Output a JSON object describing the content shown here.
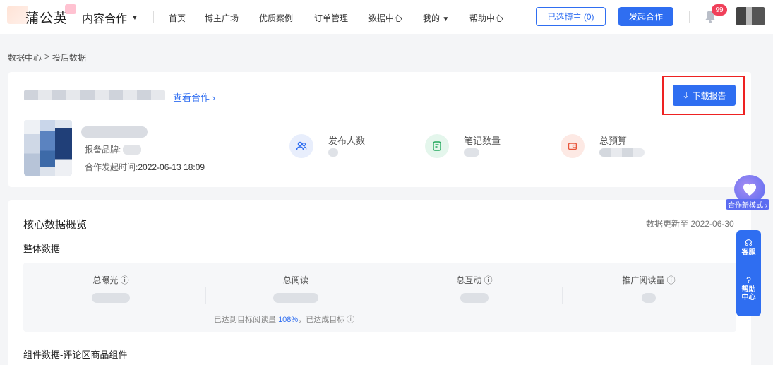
{
  "nav": {
    "brand": "蒲公英",
    "product": "内容合作",
    "links": [
      "首页",
      "博主广场",
      "优质案例",
      "订单管理",
      "数据中心",
      "我的",
      "帮助中心"
    ],
    "selected_bloggers": "已选博主 (0)",
    "start_coop": "发起合作",
    "notification_count": "99"
  },
  "breadcrumb": {
    "parent": "数据中心",
    "separator": ">",
    "current": "投后数据"
  },
  "campaign": {
    "view_link": "查看合作 ›",
    "download": "下载报告",
    "brand_label": "报备品牌:",
    "time_label": "合作发起时间:",
    "time_value": "2022-06-13 18:09"
  },
  "stats": [
    {
      "label": "发布人数",
      "icon": "users-icon"
    },
    {
      "label": "笔记数量",
      "icon": "note-icon"
    },
    {
      "label": "总预算",
      "icon": "wallet-icon"
    }
  ],
  "core": {
    "title": "核心数据概览",
    "updated": "数据更新至 2022-06-30",
    "overall": "整体数据",
    "items": [
      {
        "label": "总曝光 ⓘ"
      },
      {
        "label": "总阅读"
      },
      {
        "label": "总互动 ⓘ"
      },
      {
        "label": "推广阅读量 ⓘ"
      }
    ],
    "note_prefix": "已达到目标阅读量 ",
    "note_pct": "108%",
    "note_suffix": "，已达成目标 ⓘ",
    "component_title": "组件数据-评论区商品组件"
  },
  "float": {
    "coop_tag": "合作新模式 ›",
    "service": "客服",
    "help": "帮助中心"
  },
  "colors": {
    "primary": "#2f6ef1",
    "badge": "#f0405a",
    "highlight": "#e22222"
  }
}
